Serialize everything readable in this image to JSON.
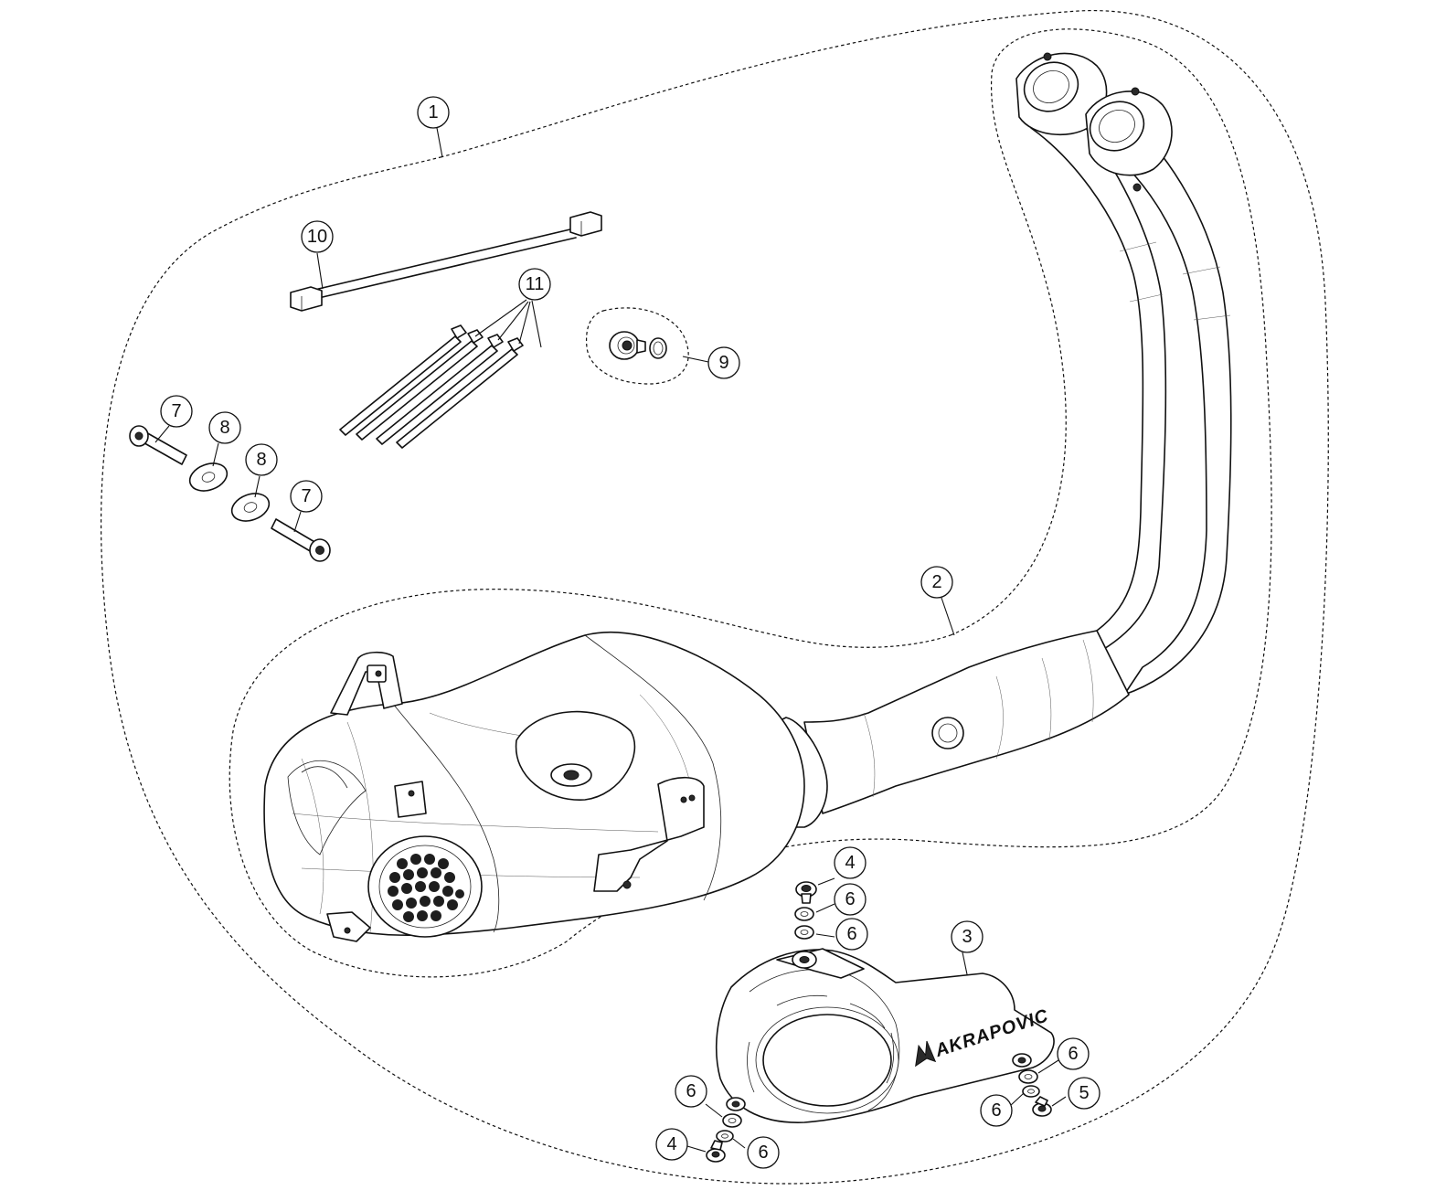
{
  "diagram": {
    "type": "exploded parts diagram",
    "brand_logo": "AKRAPOVIC",
    "callouts": [
      {
        "id": "c1",
        "label": "1"
      },
      {
        "id": "c2",
        "label": "2"
      },
      {
        "id": "c3",
        "label": "3"
      },
      {
        "id": "c4a",
        "label": "4"
      },
      {
        "id": "c4b",
        "label": "4"
      },
      {
        "id": "c5",
        "label": "5"
      },
      {
        "id": "c6a",
        "label": "6"
      },
      {
        "id": "c6b",
        "label": "6"
      },
      {
        "id": "c6c",
        "label": "6"
      },
      {
        "id": "c6d",
        "label": "6"
      },
      {
        "id": "c6e",
        "label": "6"
      },
      {
        "id": "c6f",
        "label": "6"
      },
      {
        "id": "c7a",
        "label": "7"
      },
      {
        "id": "c7b",
        "label": "7"
      },
      {
        "id": "c8a",
        "label": "8"
      },
      {
        "id": "c8b",
        "label": "8"
      },
      {
        "id": "c9",
        "label": "9"
      },
      {
        "id": "c10",
        "label": "10"
      },
      {
        "id": "c11",
        "label": "11"
      }
    ],
    "colors": {
      "line": "#111111",
      "background": "#ffffff"
    }
  }
}
